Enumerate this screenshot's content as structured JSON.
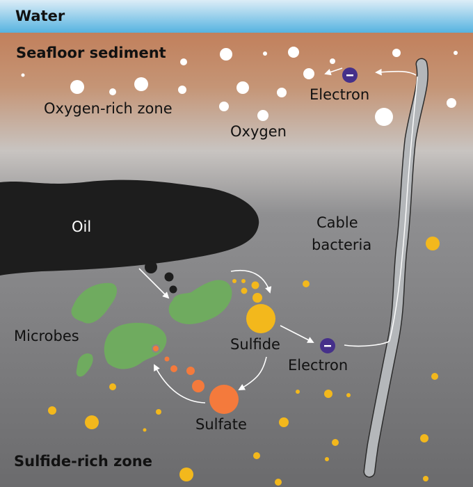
{
  "labels": {
    "water": "Water",
    "sediment": "Seafloor sediment",
    "oxygen_zone": "Oxygen-rich zone",
    "oxygen": "Oxygen",
    "electron_top": "Electron",
    "oil": "Oil",
    "cable_bacteria_line1": "Cable",
    "cable_bacteria_line2": "bacteria",
    "microbes": "Microbes",
    "sulfide": "Sulfide",
    "electron_bottom": "Electron",
    "sulfate": "Sulfate",
    "sulfide_zone": "Sulfide-rich zone",
    "electron_symbol": "–"
  },
  "colors": {
    "water": "#5ab6e0",
    "sediment": "#c4825e",
    "oxygen": "#ffffff",
    "electron": "#45308a",
    "oil": "#1d1d1d",
    "microbe": "#6fab5f",
    "sulfide": "#f3b81c",
    "sulfate": "#f47a3c",
    "cable_bacteria": "#b4b7ba"
  }
}
